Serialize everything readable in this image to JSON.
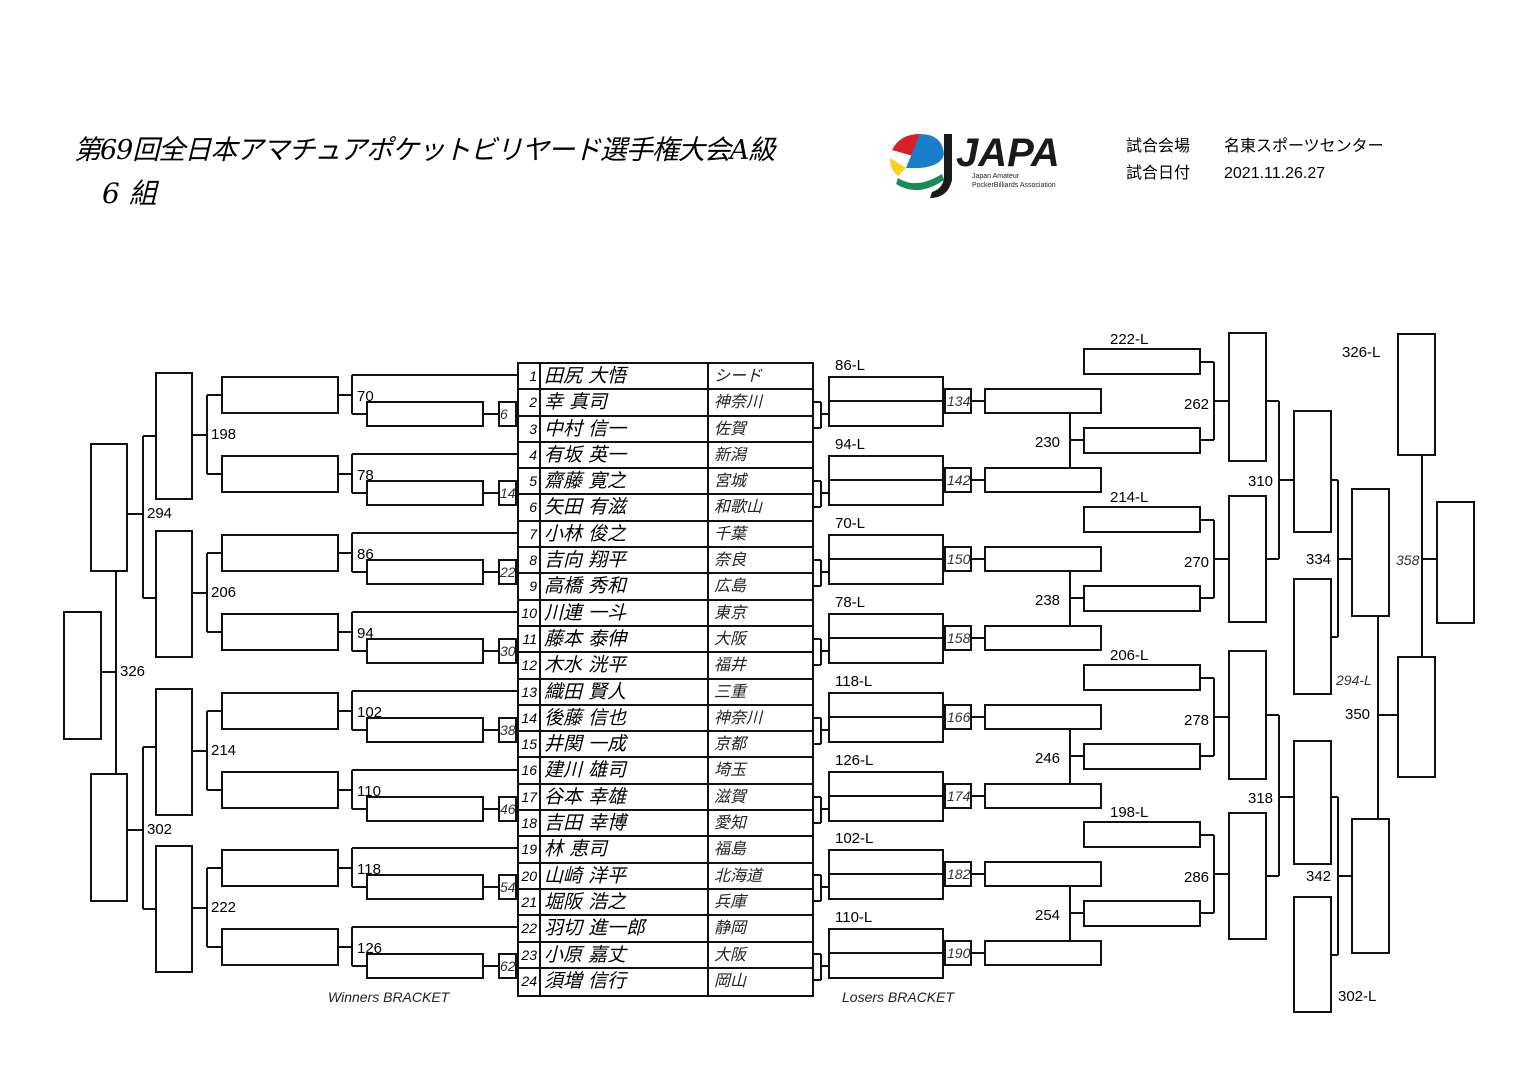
{
  "header": {
    "title": "第69回全日本アマチュアポケットビリヤード選手権大会A級",
    "group": "6 組",
    "venue_label": "試合会場",
    "venue": "名東スポーツセンター",
    "date_label": "試合日付",
    "date": "2021.11.26.27"
  },
  "logo": {
    "text": "JAPA",
    "sub1": "Japan Amateur",
    "sub2": "PockerBilliards Association"
  },
  "players": [
    {
      "no": "1",
      "name": "田尻 大悟",
      "pref": "シード"
    },
    {
      "no": "2",
      "name": "幸 真司",
      "pref": "神奈川"
    },
    {
      "no": "3",
      "name": "中村 信一",
      "pref": "佐賀"
    },
    {
      "no": "4",
      "name": "有坂 英一",
      "pref": "新潟"
    },
    {
      "no": "5",
      "name": "齋藤 寛之",
      "pref": "宮城"
    },
    {
      "no": "6",
      "name": "矢田 有滋",
      "pref": "和歌山"
    },
    {
      "no": "7",
      "name": "小林 俊之",
      "pref": "千葉"
    },
    {
      "no": "8",
      "name": "吉向 翔平",
      "pref": "奈良"
    },
    {
      "no": "9",
      "name": "高橋 秀和",
      "pref": "広島"
    },
    {
      "no": "10",
      "name": "川連 一斗",
      "pref": "東京"
    },
    {
      "no": "11",
      "name": "藤本 泰伸",
      "pref": "大阪"
    },
    {
      "no": "12",
      "name": "木水 洸平",
      "pref": "福井"
    },
    {
      "no": "13",
      "name": "織田 賢人",
      "pref": "三重"
    },
    {
      "no": "14",
      "name": "後藤 信也",
      "pref": "神奈川"
    },
    {
      "no": "15",
      "name": "井関 一成",
      "pref": "京都"
    },
    {
      "no": "16",
      "name": "建川 雄司",
      "pref": "埼玉"
    },
    {
      "no": "17",
      "name": "谷本 幸雄",
      "pref": "滋賀"
    },
    {
      "no": "18",
      "name": "吉田 幸博",
      "pref": "愛知"
    },
    {
      "no": "19",
      "name": "林 恵司",
      "pref": "福島"
    },
    {
      "no": "20",
      "name": "山崎 洋平",
      "pref": "北海道"
    },
    {
      "no": "21",
      "name": "堀阪 浩之",
      "pref": "兵庫"
    },
    {
      "no": "22",
      "name": "羽切 進一郎",
      "pref": "静岡"
    },
    {
      "no": "23",
      "name": "小原 嘉丈",
      "pref": "大阪"
    },
    {
      "no": "24",
      "name": "須増 信行",
      "pref": "岡山"
    }
  ],
  "winners": {
    "r1": [
      "6",
      "14",
      "22",
      "30",
      "38",
      "46",
      "54",
      "62"
    ],
    "r2": [
      "70",
      "78",
      "86",
      "94",
      "102",
      "110",
      "118",
      "126"
    ],
    "r3": [
      "198",
      "206",
      "214",
      "222"
    ],
    "r4": [
      "294",
      "302"
    ],
    "final": "326",
    "label": "Winners BRACKET"
  },
  "losers": {
    "r1_from": [
      "86-L",
      "94-L",
      "70-L",
      "78-L",
      "118-L",
      "126-L",
      "102-L",
      "110-L"
    ],
    "r1": [
      "134",
      "142",
      "150",
      "158",
      "166",
      "174",
      "182",
      "190"
    ],
    "r2": [
      "230",
      "238",
      "246",
      "254"
    ],
    "r2_from": [
      "222-L",
      "214-L",
      "206-L",
      "198-L"
    ],
    "r3": [
      "262",
      "270",
      "278",
      "286"
    ],
    "r4": [
      "310",
      "318"
    ],
    "r4_from": [
      "294-L",
      "302-L"
    ],
    "r5": [
      "334",
      "342"
    ],
    "r6": "350",
    "r6_from": "326-L",
    "final": "358",
    "label": "Losers BRACKET"
  }
}
